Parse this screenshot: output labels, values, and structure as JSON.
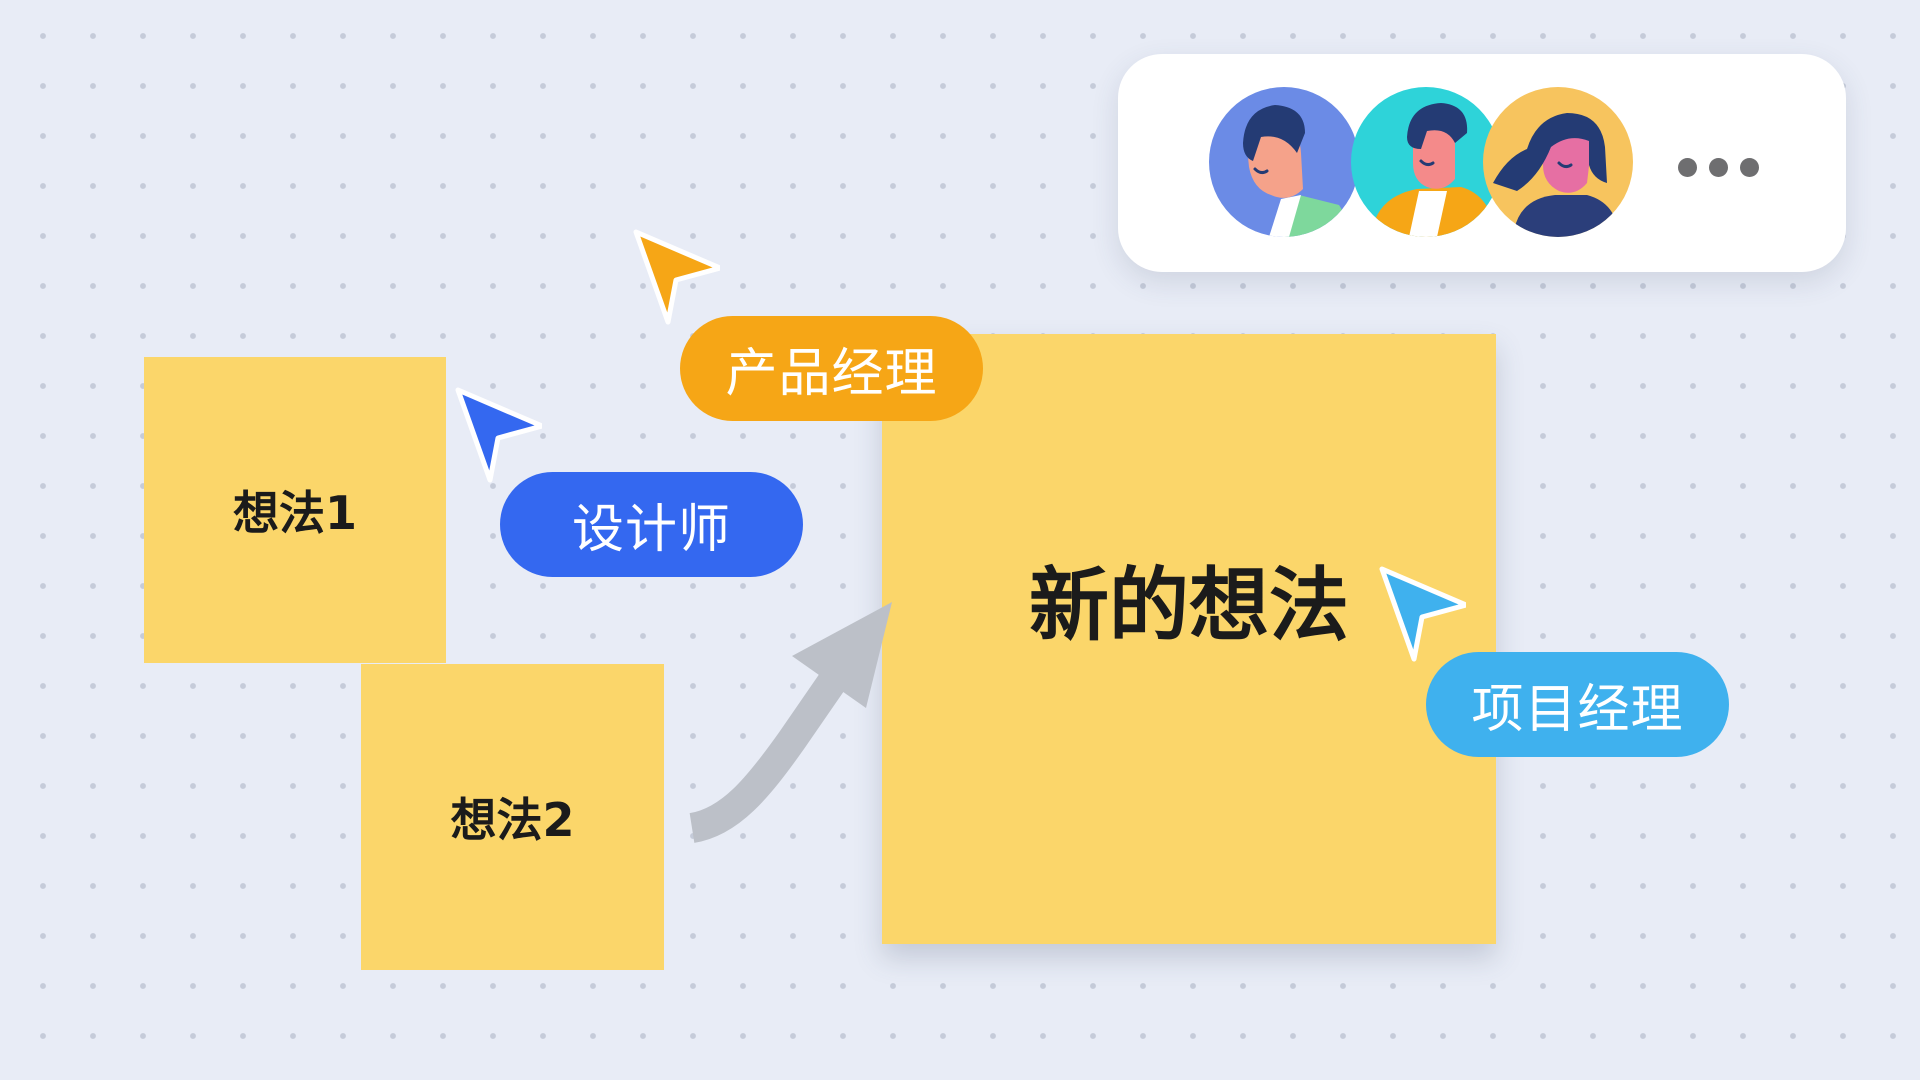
{
  "notes": {
    "note1": "想法1",
    "note2": "想法2",
    "new_idea": "新的想法"
  },
  "collaborators": {
    "product_manager": "产品经理",
    "designer": "设计师",
    "project_manager": "项目经理"
  },
  "colors": {
    "background": "#E8ECF6",
    "sticky_note": "#FBD66A",
    "product_manager": "#F6A616",
    "designer": "#3468F0",
    "project_manager": "#3FB1EE",
    "arrow": "#BCC0C8"
  },
  "icons": {
    "cursors": [
      "orange-cursor-icon",
      "blue-cursor-icon",
      "sky-cursor-icon"
    ],
    "arrow": "curved-arrow-icon",
    "more": "more-icon"
  },
  "avatars": [
    "avatar-man-blue",
    "avatar-man-teal",
    "avatar-woman-yellow"
  ]
}
